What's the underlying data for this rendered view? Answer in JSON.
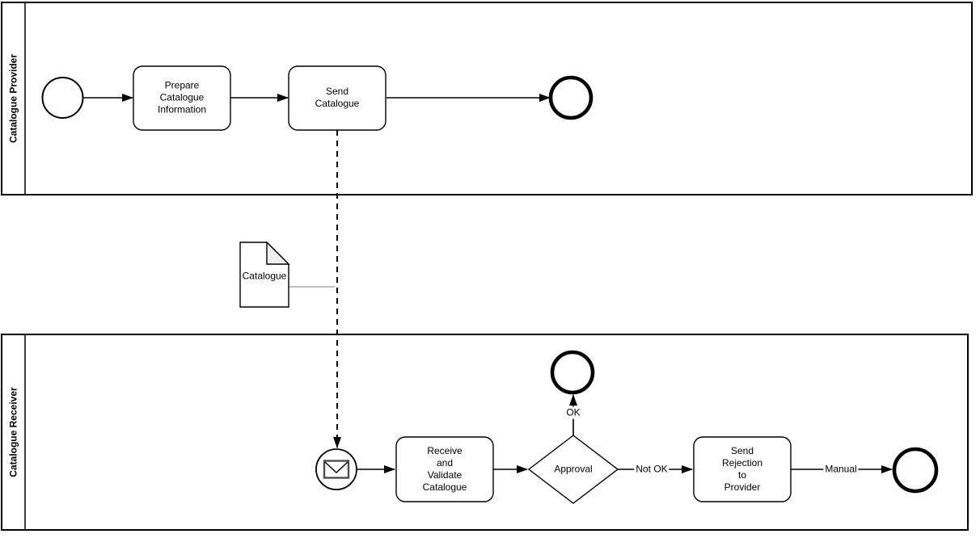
{
  "diagram": {
    "type": "bpmn-collaboration",
    "background_color": "#ffffff",
    "stroke_color": "#000000",
    "fold_fill_color": "#f0f0f0",
    "association_color": "#999999",
    "pools": [
      {
        "label": "Catalogue Provider"
      },
      {
        "label": "Catalogue Receiver"
      }
    ],
    "nodes": {
      "start_event": {
        "type": "start-event",
        "label": ""
      },
      "task_prepare": {
        "type": "task",
        "label": "Prepare\nCatalogue\nInformation"
      },
      "task_send": {
        "type": "task",
        "label": "Send\nCatalogue"
      },
      "end_event_provider": {
        "type": "end-event",
        "label": ""
      },
      "artifact_catalogue": {
        "type": "data-object",
        "label": "Catalogue"
      },
      "message_event": {
        "type": "message-catch-event",
        "icon": "envelope-icon",
        "label": ""
      },
      "task_receive": {
        "type": "task",
        "label": "Receive\nand\nValidate\nCatalogue"
      },
      "gateway_approval": {
        "type": "gateway",
        "label": "Approval"
      },
      "end_event_ok": {
        "type": "end-event",
        "label": ""
      },
      "task_rejection": {
        "type": "task",
        "label": "Send\nRejection\nto\nProvider"
      },
      "end_event_manual": {
        "type": "end-event",
        "label": ""
      }
    },
    "edge_labels": {
      "ok": "OK",
      "not_ok": "Not OK",
      "manual": "Manual"
    }
  }
}
